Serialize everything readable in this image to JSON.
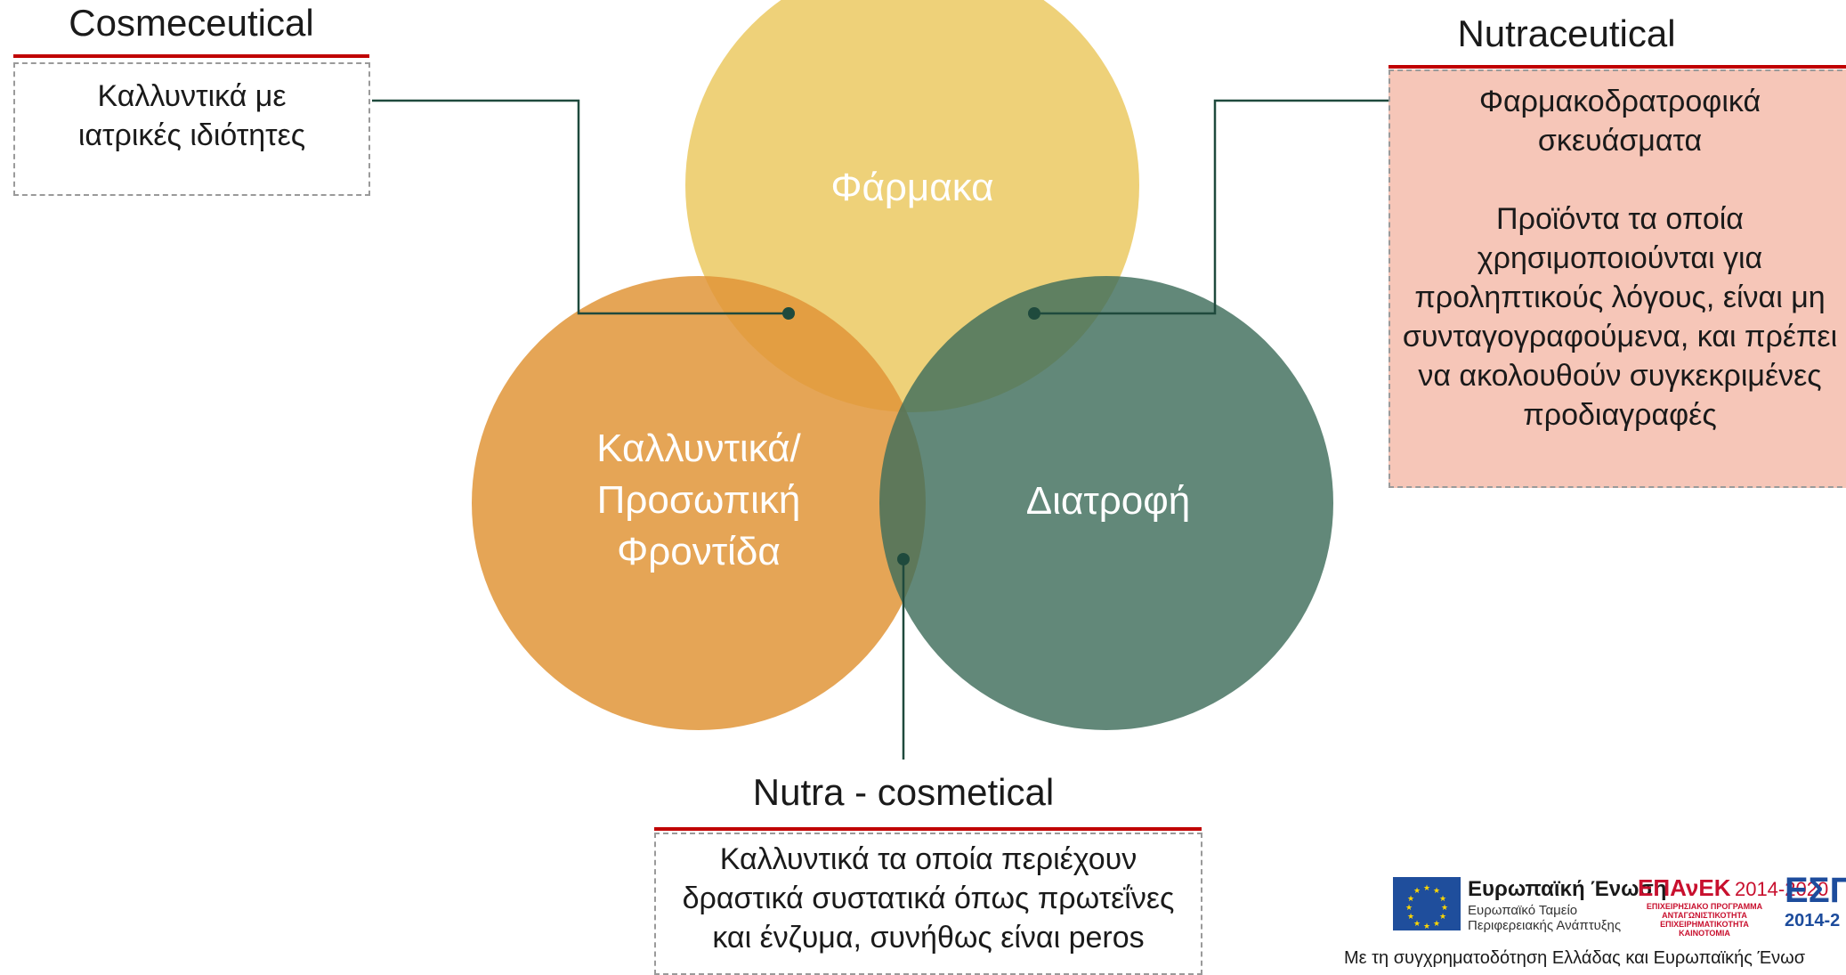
{
  "circles": {
    "pharma": "Φάρμακα",
    "cosmetics_lines": [
      "Καλλυντικά/",
      "Προσωπική",
      "Φροντίδα"
    ],
    "nutrition": "Διατροφή"
  },
  "cosmeceutical": {
    "title": "Cosmeceutical",
    "description": "Καλλυντικά με ιατρικές ιδιότητες"
  },
  "nutraceutical": {
    "title": "Nutraceutical",
    "subtitle": "Φαρμακοδρατροφικά σκευάσματα",
    "description": "Προϊόντα τα οποία χρησιμοποιούνται για προληπτικούς λόγους, είναι μη συνταγογραφούμενα, και πρέπει να ακολουθούν συγκεκριμένες προδιαγραφές"
  },
  "nutracosmetical": {
    "title": "Nutra - cosmetical",
    "description": "Καλλυντικά τα οποία περιέχουν δραστικά συστατικά όπως πρωτεΐνες και ένζυμα, συνήθως είναι peros"
  },
  "footer": {
    "eu_name": "Ευρωπαϊκή Ένωση",
    "eu_fund": "Ευρωπαϊκό Ταμείο",
    "eu_region": "Περιφερειακής Ανάπτυξης",
    "epanek": "ΕΠΑνΕΚ",
    "epanek_years": "2014-2020",
    "epanek_sub": [
      "ΕΠΙΧΕΙΡΗΣΙΑΚΟ ΠΡΟΓΡΑΜΜΑ",
      "ΑΝΤΑΓΩΝΙΣΤΙΚΟΤΗΤΑ",
      "ΕΠΙΧΕΙΡΗΜΑΤΙΚΟΤΗΤΑ",
      "ΚΑΙΝΟΤΟΜΙΑ"
    ],
    "espa": "ΕΣΠ",
    "espa_years": "2014-2",
    "note": "Με τη συγχρηματοδότηση Ελλάδας και Ευρωπαϊκής Ένωσ"
  },
  "colors": {
    "pharma": "#eccb66",
    "cosmetics": "#e19538",
    "nutrition": "#3f6e5c",
    "accent": "#c00000",
    "connector": "#1f4a3d",
    "pink": "#f6c6b8"
  }
}
